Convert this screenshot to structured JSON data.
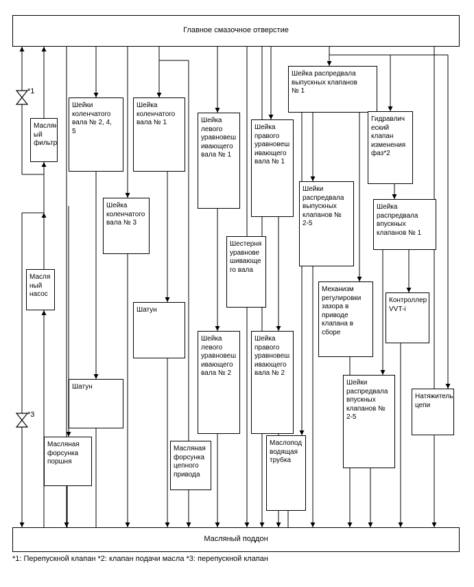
{
  "header": {
    "label": "Главное смазочное отверстие"
  },
  "pan": {
    "label": "Масляный поддон"
  },
  "boxes": {
    "oil_filter": "Маслян\nый\nфильтр",
    "oil_pump": "Масля\nный\nнасос",
    "crank_journals_245": "Шейки\nколенчатого\nвала № 2, 4,\n5",
    "crank_journal_3": "Шейка\nколенчатого\nвала № 3",
    "conrod_a": "Шатун",
    "piston_jet": "Масляная\nфорсунка\nпоршня",
    "crank_journal_1": "Шейка\nколенчатого\nвала № 1",
    "conrod_b": "Шатун",
    "chain_jet": "Масляная\nфорсунка\nцепного\nпривода",
    "left_balancer_1": "Шейка\nлевого\nуравновеш\nивающего\nвала № 1",
    "left_balancer_2": "Шейка\nлевого\nуравновеш\nивающего\nвала № 2",
    "balancer_gear": "Шестерня\nуравнове\nшивающе\nго вала",
    "right_balancer_1": "Шейка\nправого\nуравновеш\nивающего\nвала № 1",
    "right_balancer_2": "Шейка\nправого\nуравновеш\nивающего\nвала № 2",
    "oil_tube": "Маслопод\nводящая\nтрубка",
    "exhaust_cam_1": "Шейка распредвала\nвыпускных клапанов\n№ 1",
    "exhaust_cam_25": "Шейки\nраспредвала\nвыпускных\nклапанов №\n2-5",
    "lash_adjuster": "Механизм\nрегулировки\nзазора в\nприводе\nклапана в\nсборе",
    "hydraulic_valve": "Гидравлич\nеский\nклапан\nизменения\nфаз*2",
    "intake_cam_1": "Шейка\nраспредвала\nвпускных\nклапанов № 1",
    "vvt_controller": "Контроллер\nVVT-i",
    "intake_cam_25": "Шейки\nраспредвала\nвпускных\nклапанов №\n2-5",
    "chain_tensioner": "Натяжитель\nцепи"
  },
  "marks": {
    "m1": "*1",
    "m3": "*3"
  },
  "legend": {
    "text": "*1: Перепускной клапан   *2: клапан подачи масла   *3: перепускной клапан"
  }
}
